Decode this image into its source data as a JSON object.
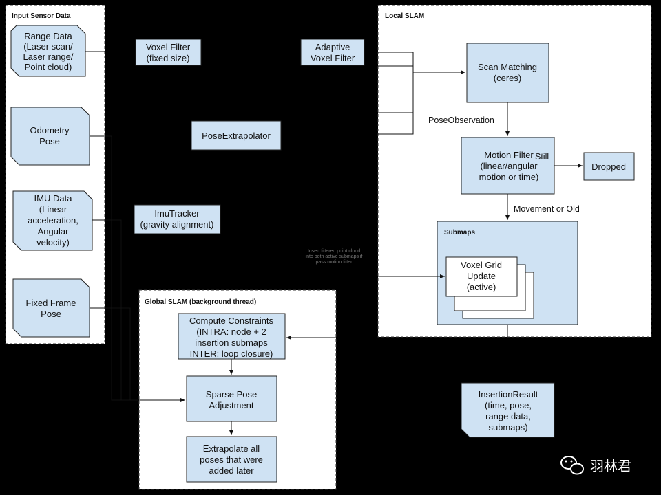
{
  "groups": {
    "input_sensor_data": "Input Sensor Data",
    "local_slam": "Local SLAM",
    "global_slam": "Global SLAM (background thread)",
    "submaps": "Submaps"
  },
  "nodes": {
    "range_data": [
      "Range Data",
      "(Laser scan/",
      "Laser range/",
      "Point cloud)"
    ],
    "odometry_pose": [
      "Odometry",
      "Pose"
    ],
    "imu_data": [
      "IMU Data",
      "(Linear",
      "acceleration,",
      "Angular",
      "velocity)"
    ],
    "fixed_frame_pose": [
      "Fixed Frame",
      "Pose"
    ],
    "voxel_filter": [
      "Voxel Filter",
      "(fixed size)"
    ],
    "adaptive_voxel_filter": [
      "Adaptive",
      "Voxel Filter"
    ],
    "pose_extrapolator": [
      "PoseExtrapolator"
    ],
    "imu_tracker": [
      "ImuTracker",
      "(gravity alignment)"
    ],
    "scan_matching": [
      "Scan Matching",
      "(ceres)"
    ],
    "motion_filter": [
      "Motion Filter",
      "(linear/angular",
      "motion or time)"
    ],
    "dropped": [
      "Dropped"
    ],
    "voxel_grid_update": [
      "Voxel Grid",
      "Update",
      "(active)"
    ],
    "compute_constraints": [
      "Compute Constraints",
      "(INTRA: node + 2",
      "insertion submaps",
      "INTER: loop closure)"
    ],
    "sparse_pose_adjustment": [
      "Sparse Pose",
      "Adjustment"
    ],
    "extrapolate_poses": [
      "Extrapolate all",
      "poses that were",
      "added later"
    ],
    "insertion_result": [
      "InsertionResult",
      "(time, pose,",
      "range data,",
      "submaps)"
    ]
  },
  "edge_labels": {
    "pose_observation": "PoseObservation",
    "still": "Still",
    "movement_or_old": "Movement or Old"
  },
  "annotation": [
    "Insert filtered point cloud",
    "into both active submaps if",
    "pass motion filter"
  ],
  "watermark": "羽林君",
  "colors": {
    "background": "#000000",
    "node_fill": "#cfe2f3",
    "group_fill": "#ffffff",
    "stroke": "#222222"
  }
}
